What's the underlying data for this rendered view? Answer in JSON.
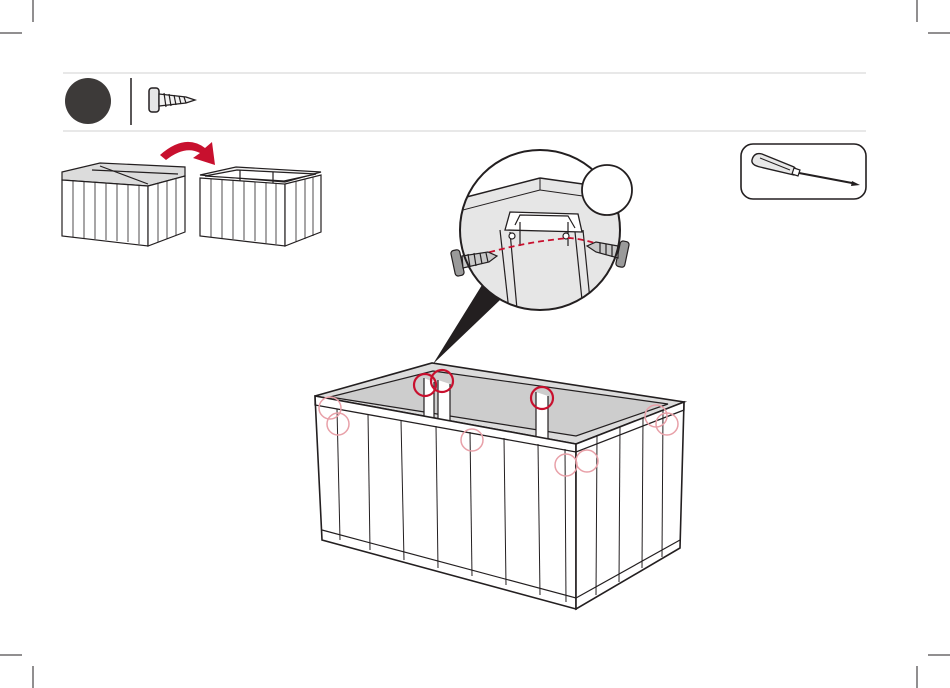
{
  "page": {
    "background": "#ffffff",
    "accent_red": "#c8102e",
    "light_red": "#e8a0a8",
    "line_color": "#231f20"
  },
  "header": {
    "step_badge": {
      "icon": "step-number-circle",
      "text": ""
    },
    "hardware_icon": "screw-icon"
  },
  "tools": {
    "icon": "screwdriver-icon"
  },
  "detail": {
    "label": ""
  },
  "illustration": {
    "before_box": "storage-box-with-lid",
    "after_box": "storage-box-without-lid",
    "flip_arrow": "red-curved-arrow",
    "main_box": "storage-box-open-top"
  }
}
